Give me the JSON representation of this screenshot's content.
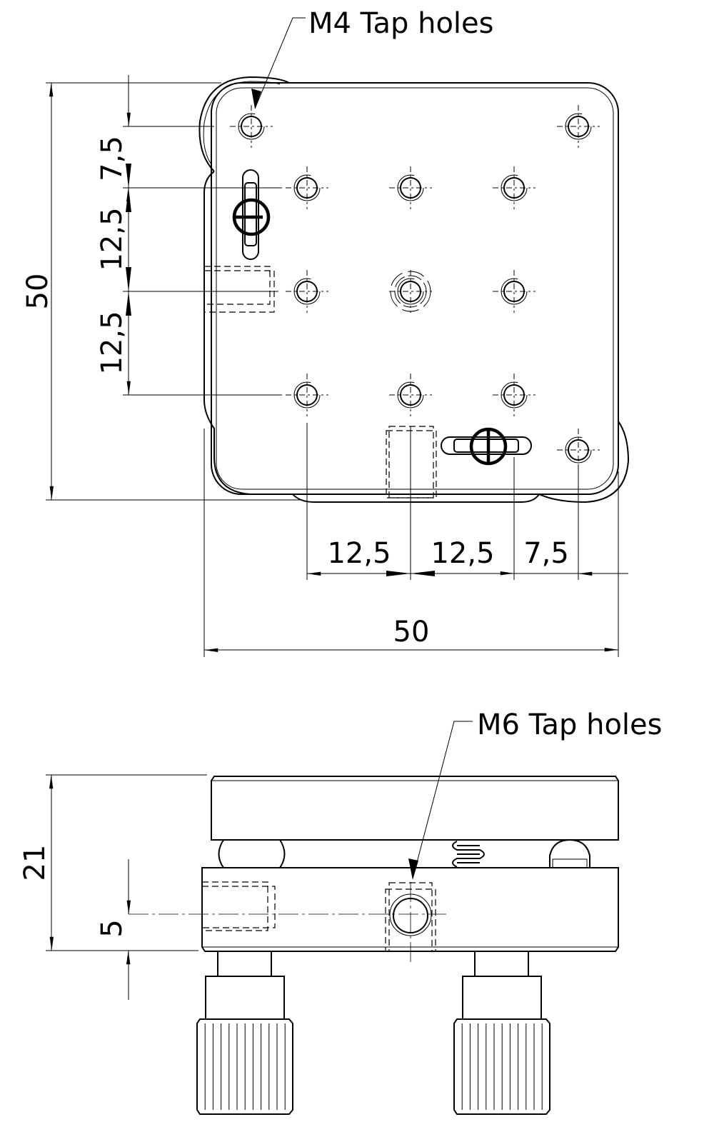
{
  "top_view": {
    "callout": "M4 Tap holes",
    "dim_height_total": "50",
    "dim_v_1": "7,5",
    "dim_v_2": "12,5",
    "dim_v_3": "12,5",
    "dim_h_1": "12,5",
    "dim_h_2": "12,5",
    "dim_h_3": "7,5",
    "dim_width_total": "50"
  },
  "side_view": {
    "callout": "M6 Tap holes",
    "dim_height_total": "21",
    "dim_hole_height": "5"
  },
  "colors": {
    "line": "#000000",
    "background": "#ffffff"
  }
}
